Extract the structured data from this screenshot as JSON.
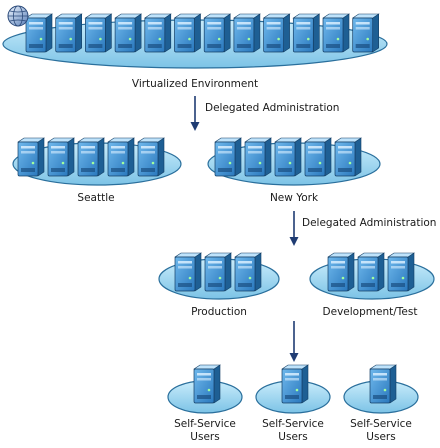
{
  "labels": {
    "virtualized_environment": "Virtualized Environment",
    "delegated_admin_1": "Delegated Administration",
    "seattle": "Seattle",
    "new_york": "New York",
    "delegated_admin_2": "Delegated Administration",
    "production": "Production",
    "dev_test": "Development/Test",
    "self_service_1": [
      "Self-Service",
      "Users"
    ],
    "self_service_2": [
      "Self-Service",
      "Users"
    ],
    "self_service_3": [
      "Self-Service",
      "Users"
    ]
  },
  "groups": [
    {
      "name": "virtualized-environment",
      "server_count": 12,
      "has_globe": true
    },
    {
      "name": "seattle",
      "server_count": 5
    },
    {
      "name": "new-york",
      "server_count": 5
    },
    {
      "name": "production",
      "server_count": 3
    },
    {
      "name": "development-test",
      "server_count": 3
    },
    {
      "name": "self-service-users-1",
      "server_count": 1
    },
    {
      "name": "self-service-users-2",
      "server_count": 1
    },
    {
      "name": "self-service-users-3",
      "server_count": 1
    }
  ],
  "colors": {
    "platter_fill": "#8fd0ee",
    "platter_edge": "#2a6f9c",
    "server_front": "#3a8fd0",
    "server_side": "#1e5f94",
    "server_top": "#bfe3fb",
    "arrow": "#1f3c73",
    "text": "#1a1a1a"
  }
}
